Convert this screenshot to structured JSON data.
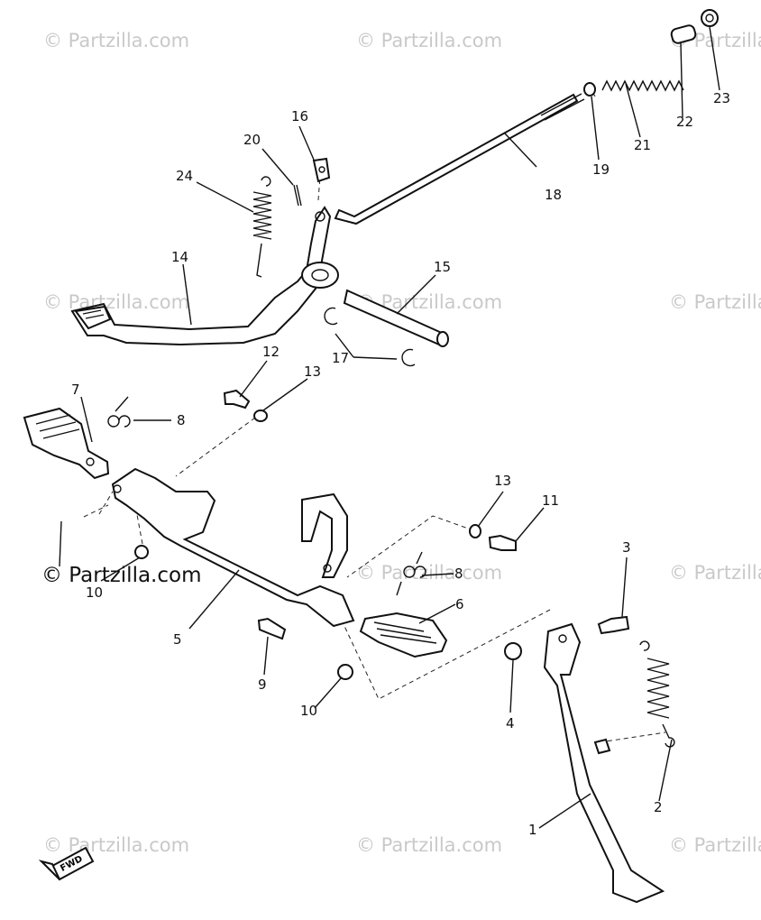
{
  "watermark": {
    "text": "© Partzilla.com",
    "prominent_text": "© Partzilla.com"
  },
  "fwd_badge": {
    "label": "FWD"
  },
  "callouts": [
    {
      "id": "1",
      "label": "1"
    },
    {
      "id": "2",
      "label": "2"
    },
    {
      "id": "3",
      "label": "3"
    },
    {
      "id": "4",
      "label": "4"
    },
    {
      "id": "5",
      "label": "5"
    },
    {
      "id": "6",
      "label": "6"
    },
    {
      "id": "7",
      "label": "7"
    },
    {
      "id": "8a",
      "label": "8"
    },
    {
      "id": "8b",
      "label": "8"
    },
    {
      "id": "9",
      "label": "9"
    },
    {
      "id": "10a",
      "label": "10"
    },
    {
      "id": "10b",
      "label": "10"
    },
    {
      "id": "11",
      "label": "11"
    },
    {
      "id": "12",
      "label": "12"
    },
    {
      "id": "13a",
      "label": "13"
    },
    {
      "id": "13b",
      "label": "13"
    },
    {
      "id": "14",
      "label": "14"
    },
    {
      "id": "15",
      "label": "15"
    },
    {
      "id": "16",
      "label": "16"
    },
    {
      "id": "17",
      "label": "17"
    },
    {
      "id": "18",
      "label": "18"
    },
    {
      "id": "19",
      "label": "19"
    },
    {
      "id": "20",
      "label": "20"
    },
    {
      "id": "21",
      "label": "21"
    },
    {
      "id": "22",
      "label": "22"
    },
    {
      "id": "23",
      "label": "23"
    },
    {
      "id": "24",
      "label": "24"
    }
  ]
}
